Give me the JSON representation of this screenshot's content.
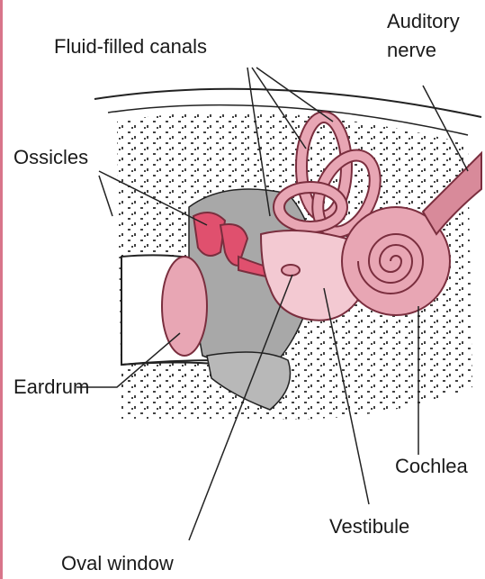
{
  "diagram": {
    "labels": {
      "fluid_canals": "Fluid-filled canals",
      "auditory_line1": "Auditory",
      "auditory_line2": "nerve",
      "ossicles": "Ossicles",
      "eardrum": "Eardrum",
      "cochlea": "Cochlea",
      "vestibule": "Vestibule",
      "oval_window": "Oval window"
    },
    "colors": {
      "border": "#d8758a",
      "organ_pink": "#e8a6b4",
      "organ_pink_light": "#f3c9d2",
      "organ_outline": "#7a2e3e",
      "ossicle_red": "#e0506e",
      "tissue_gray": "#a8a8a8",
      "outline": "#222222"
    }
  }
}
